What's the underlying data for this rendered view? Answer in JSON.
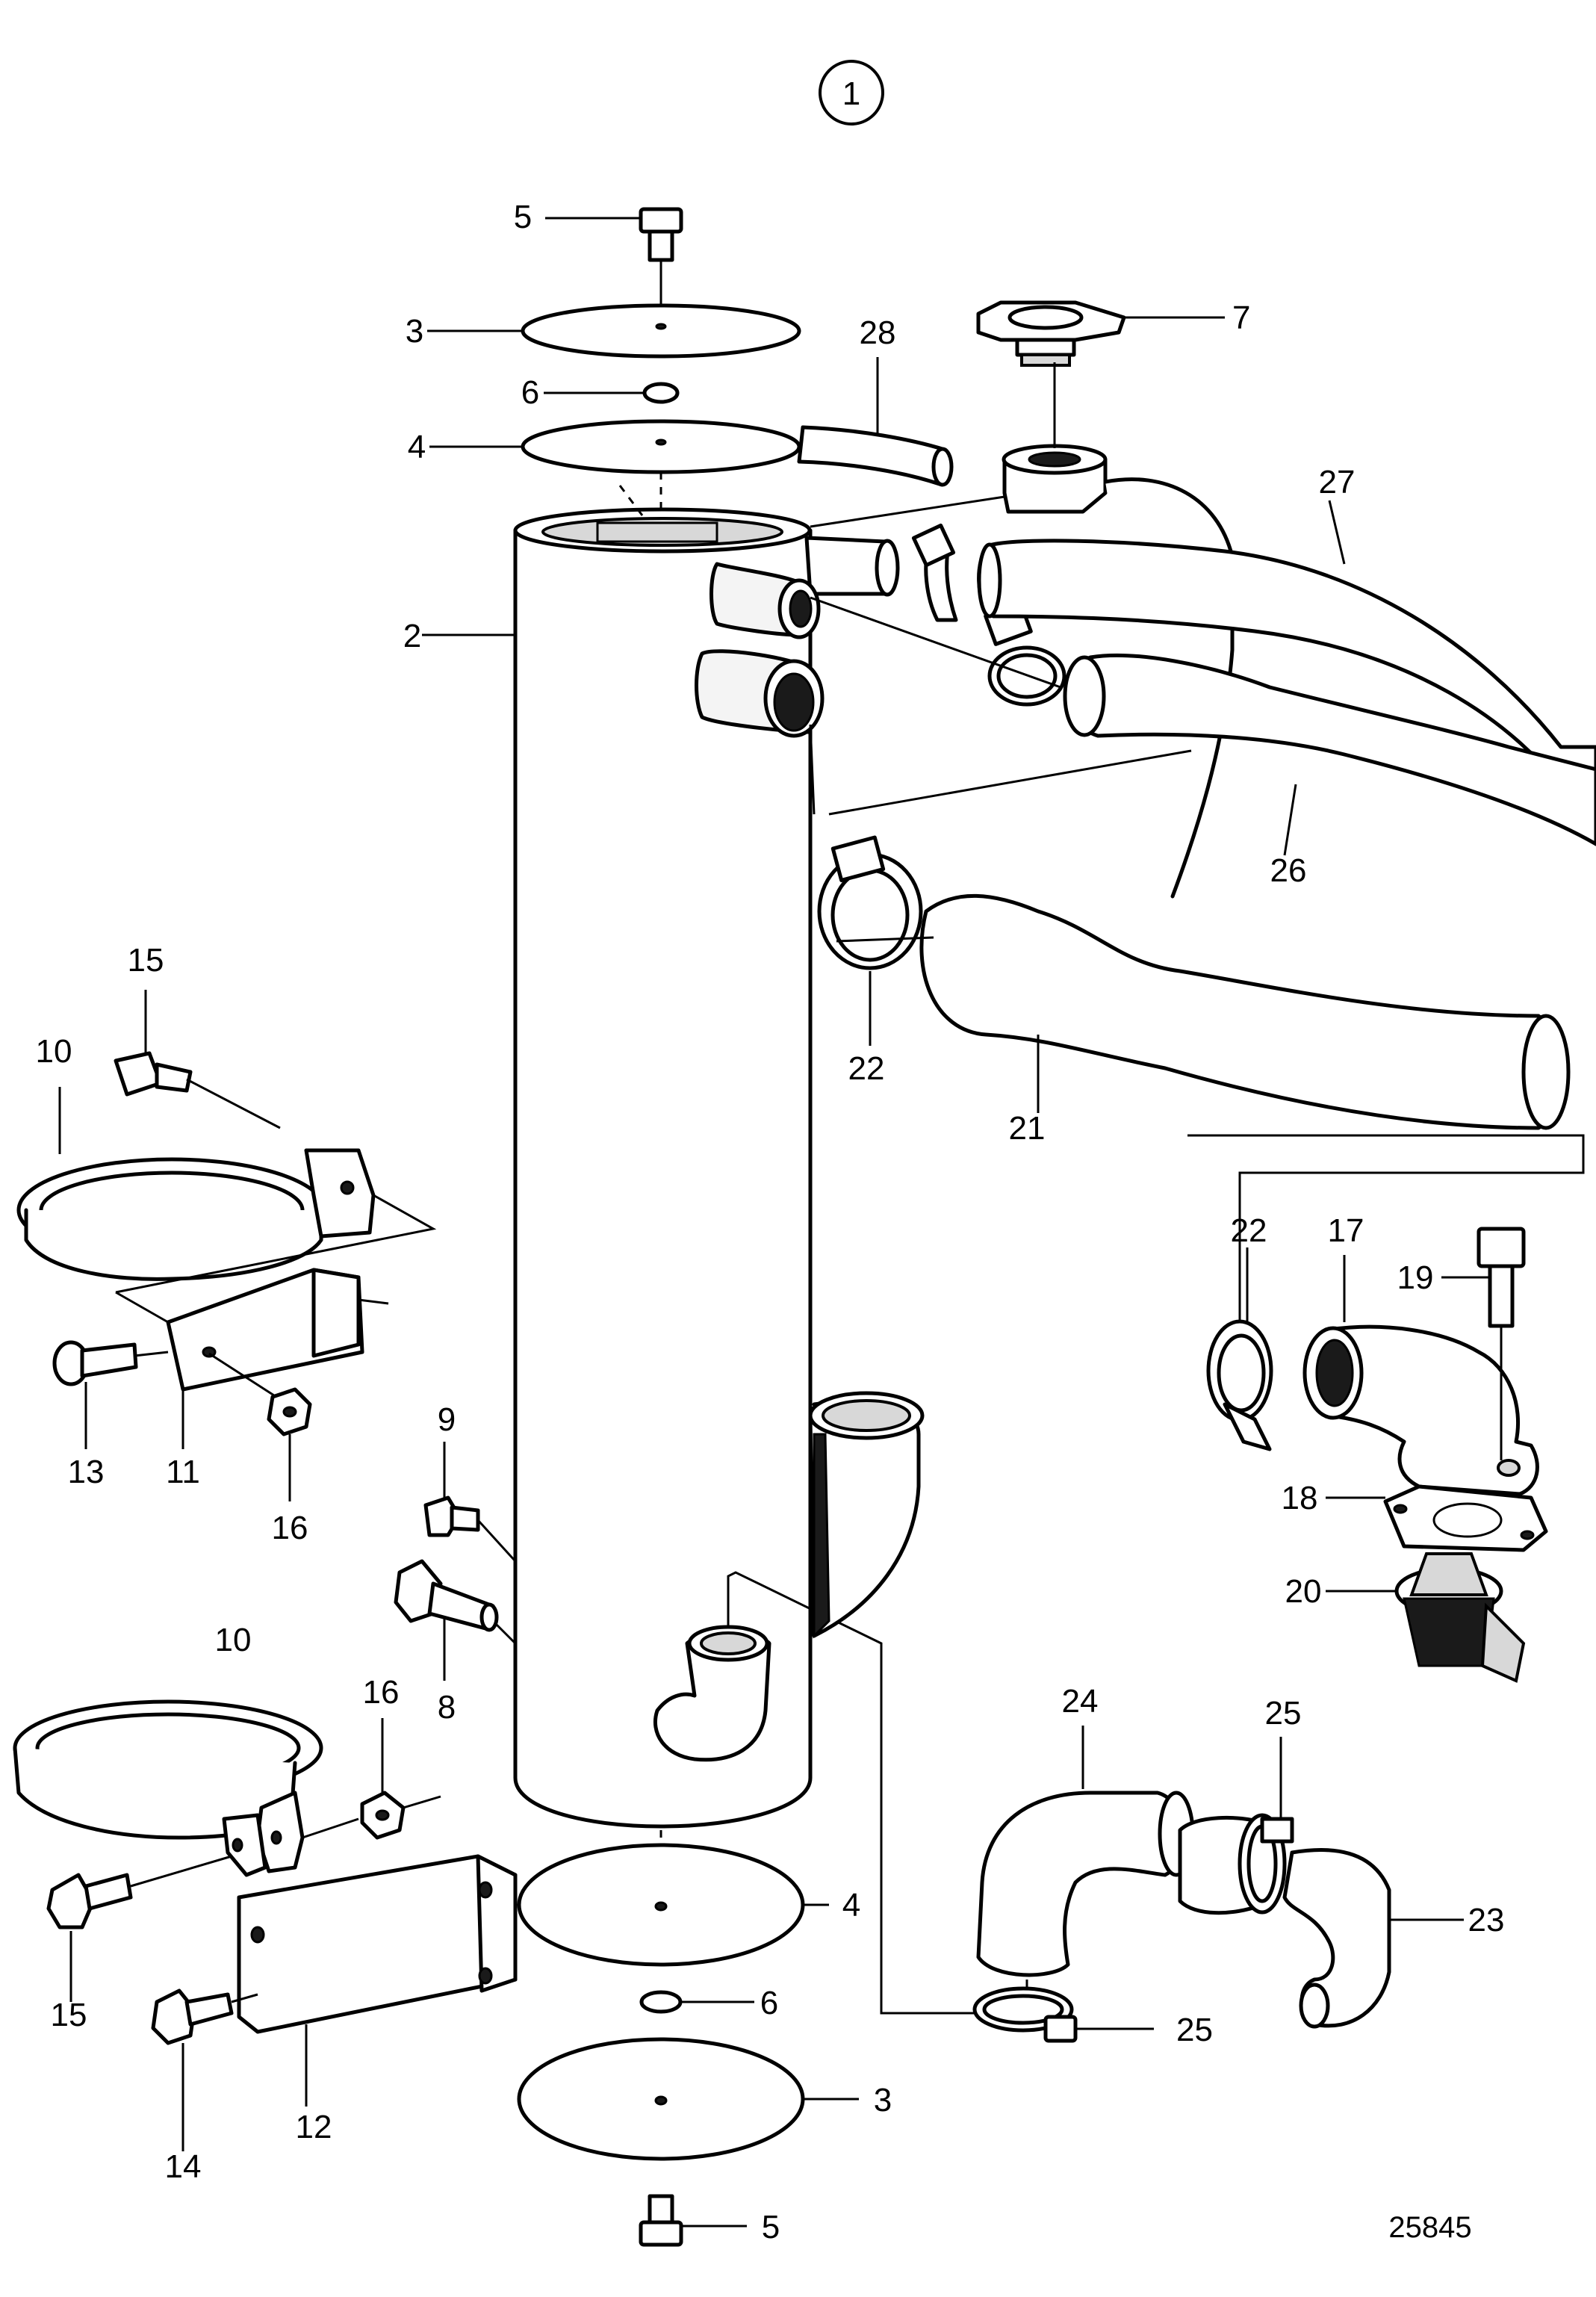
{
  "sheet": {
    "number": "1",
    "drawing_id": "25845"
  },
  "callouts": {
    "c5_top": "5",
    "c3_top": "3",
    "c6_top": "6",
    "c4_top": "4",
    "c28": "28",
    "c7": "7",
    "c27": "27",
    "c2": "2",
    "c26": "26",
    "c15_top": "15",
    "c10_top": "10",
    "c22_top": "22",
    "c21": "21",
    "c22_right": "22",
    "c17": "17",
    "c19": "19",
    "c13": "13",
    "c11": "11",
    "c16_top": "16",
    "c9": "9",
    "c18": "18",
    "c20": "20",
    "c8": "8",
    "c10_bottom": "10",
    "c16_bottom": "16",
    "c24": "24",
    "c25_top": "25",
    "c4_bottom": "4",
    "c23": "23",
    "c15_bottom": "15",
    "c6_bottom": "6",
    "c25_bottom": "25",
    "c3_bottom": "3",
    "c12": "12",
    "c14": "14",
    "c5_bottom": "5"
  }
}
